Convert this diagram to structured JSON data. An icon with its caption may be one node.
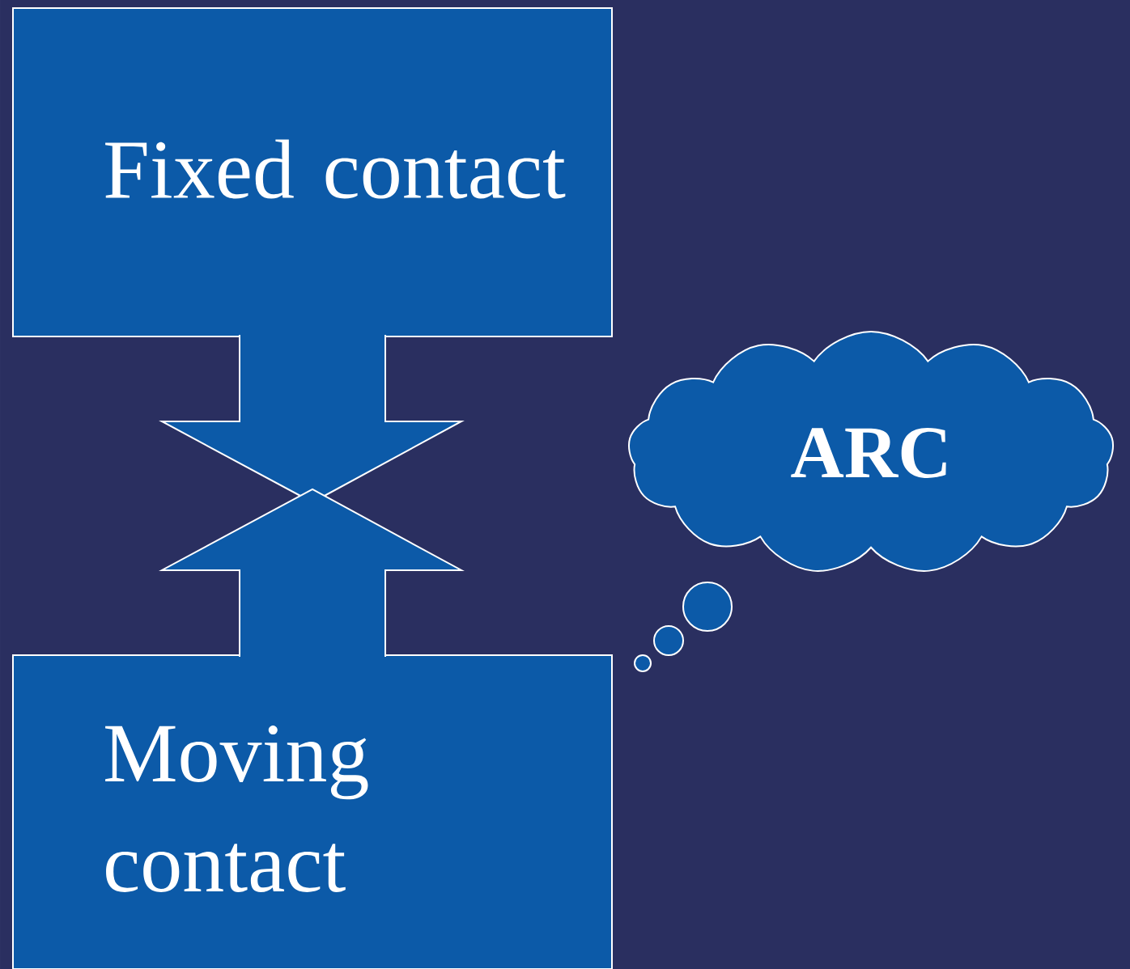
{
  "diagram": {
    "nodes": [
      {
        "text": [
          "Fixed contact"
        ]
      },
      {
        "text": [
          "Moving contact"
        ]
      },
      {
        "text": [
          "ARC"
        ]
      }
    ],
    "edges": [
      {
        "from": 0,
        "to": null,
        "arrow": "to"
      },
      {
        "from": 1,
        "to": null,
        "arrow": "to"
      }
    ]
  }
}
